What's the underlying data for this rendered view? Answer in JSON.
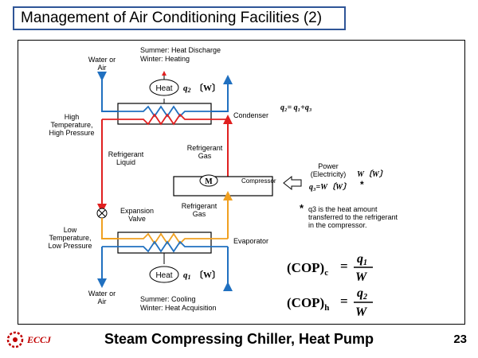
{
  "header": {
    "title": "Management of Air Conditioning Facilities (2)"
  },
  "footer": {
    "title": "Steam Compressing Chiller, Heat Pump",
    "page_number": "23",
    "logo_text": "ECCJ"
  },
  "diagram": {
    "top_water_air": [
      "Water or",
      "Air"
    ],
    "bottom_water_air": [
      "Water or",
      "Air"
    ],
    "summer_top": "Summer: Heat Discharge",
    "winter_top": "Winter: Heating",
    "summer_bottom": "Summer: Cooling",
    "winter_bottom": "Winter: Heat Acquisition",
    "heat_top": "Heat",
    "heat_bottom": "Heat",
    "q2_label": "q",
    "q2_sub": "2",
    "q1_label": "q",
    "q1_sub": "1",
    "w_unit": "〔W〕",
    "condenser": "Condenser",
    "evaporator": "Evaporator",
    "compressor": "Compressor",
    "motor": "M",
    "high_temp": [
      "High",
      "Temperature,",
      "High Pressure"
    ],
    "low_temp": [
      "Low",
      "Temperature,",
      "Low Pressure"
    ],
    "refrigerant_liquid": [
      "Refrigerant",
      "Liquid"
    ],
    "refrigerant_gas_top": [
      "Refrigerant",
      "Gas"
    ],
    "refrigerant_gas_mid": [
      "Refrigerant",
      "Gas"
    ],
    "expansion_valve": [
      "Expansion",
      "Valve"
    ],
    "power": [
      "Power",
      "(Electricity)"
    ],
    "power_w": "W〔W〕",
    "q3_eq": "q₃=W〔W〕",
    "q2_eq": "q₂= q₁+q₃",
    "note_star": "*",
    "note_lines": [
      "q3 is the heat amount",
      "transferred to the refrigerant",
      "in the compressor."
    ],
    "cop_c": {
      "lhs": "(COP)",
      "sub": "c",
      "num": "q",
      "num_sub": "1",
      "den": "W"
    },
    "cop_h": {
      "lhs": "(COP)",
      "sub": "h",
      "num": "q",
      "num_sub": "2",
      "den": "W"
    }
  },
  "colors": {
    "hot": "#e02020",
    "warm": "#f0a020",
    "cold": "#2070c0",
    "frame": "#2f5597"
  }
}
